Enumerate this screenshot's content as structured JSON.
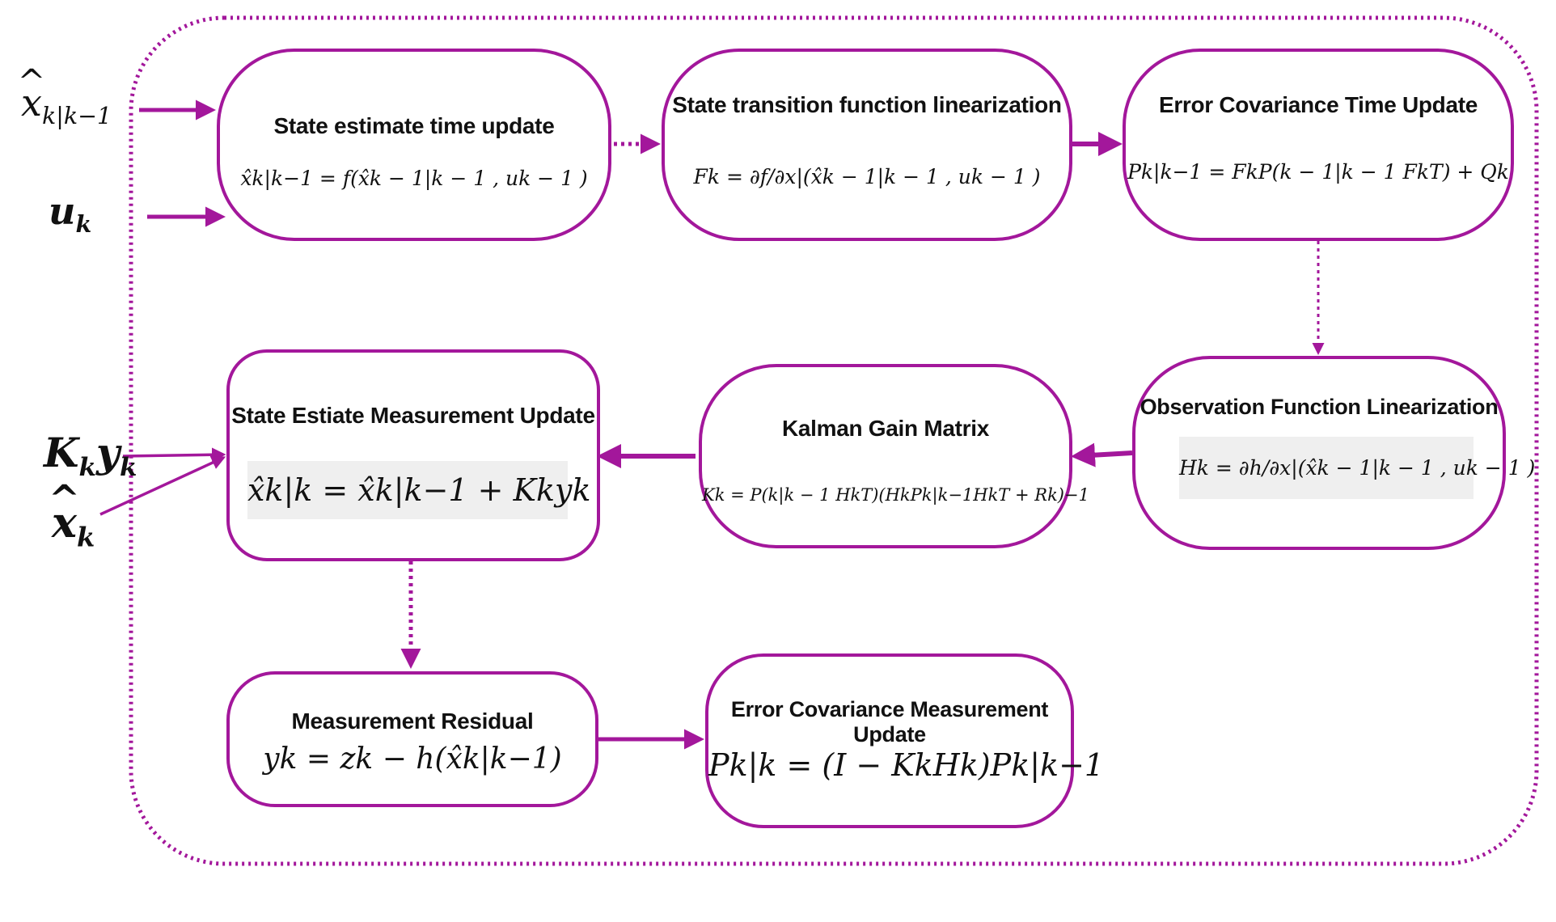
{
  "colors": {
    "accent": "#a3179b",
    "formula_shade": "#efefef"
  },
  "inputs": {
    "x_prior": {
      "sym": "x",
      "sub": "k|k−1"
    },
    "u": {
      "sym": "u",
      "sub": "k"
    },
    "gain_residual": {
      "sym": "K",
      "sub": "k",
      "sym2": "y",
      "sub2": "k"
    },
    "x_hat": {
      "sym": "x",
      "sub": "k"
    }
  },
  "nodes": {
    "state_time_update": {
      "title": "State estimate time update",
      "formula": "x̂k|k−1 = f(x̂k − 1|k − 1 , uk − 1 )"
    },
    "state_transition": {
      "title": "State transition function linearization",
      "formula": "Fk = ∂f/∂x|(x̂k − 1|k − 1 , uk − 1 )"
    },
    "error_cov_time": {
      "title": "Error Covariance Time Update",
      "formula": "Pk|k−1 = FkP(k − 1|k − 1 FkT) + Qk"
    },
    "observation_lin": {
      "title": "Observation Function Linearization",
      "formula": "Hk = ∂h/∂x|(x̂k − 1|k − 1 , uk − 1 )"
    },
    "kalman_gain": {
      "title": "Kalman Gain Matrix",
      "formula": "Kk = P(k|k − 1 HkT)(HkPk|k−1HkT + Rk)−1"
    },
    "state_meas_update": {
      "title": "State Estiate Measurement Update",
      "formula": "x̂k|k = x̂k|k−1 + Kkyk"
    },
    "meas_residual": {
      "title": "Measurement Residual",
      "formula": "yk = zk − h(x̂k|k−1)"
    },
    "error_cov_meas": {
      "title": "Error Covariance Measurement Update",
      "formula": "Pk|k = (I − KkHk)Pk|k−1"
    }
  }
}
